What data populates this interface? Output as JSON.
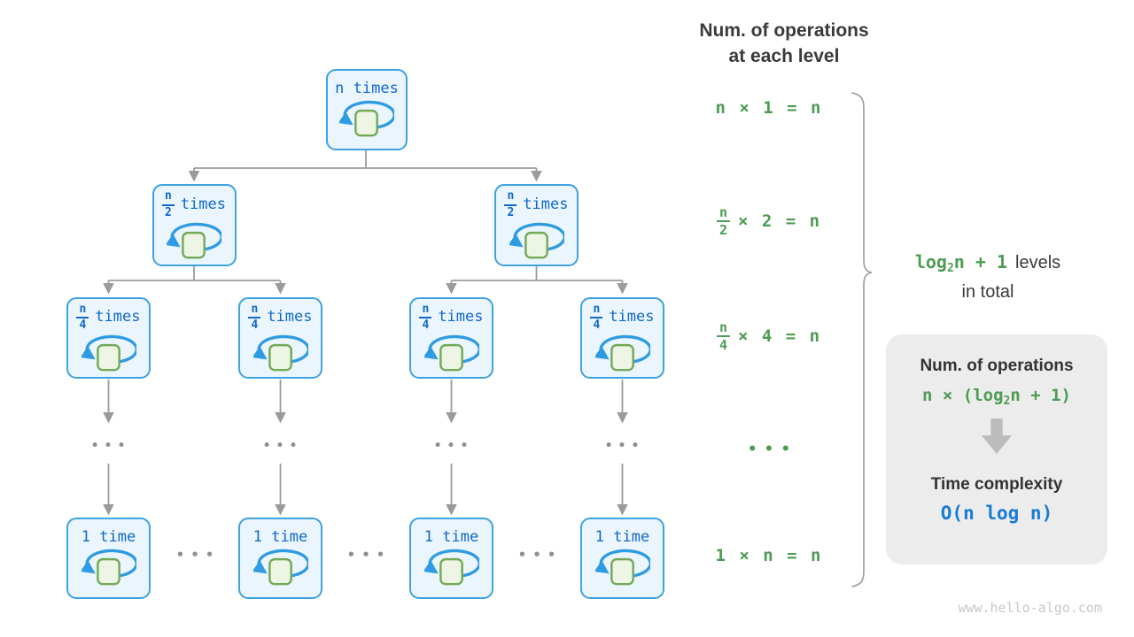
{
  "header": {
    "line1": "Num. of operations",
    "line2": "at each level"
  },
  "tree": {
    "root": {
      "label": "n times"
    },
    "level2": {
      "num": "n",
      "den": "2",
      "word": "times"
    },
    "level3": {
      "num": "n",
      "den": "4",
      "word": "times"
    },
    "leaf": {
      "label": "1 time"
    },
    "dots": "•••",
    "gap_dots": "•••"
  },
  "annotations": {
    "row1": "n × 1 = n",
    "row2": {
      "num": "n",
      "den": "2",
      "rest": "× 2 = n"
    },
    "row3": {
      "num": "n",
      "den": "4",
      "rest": "× 4 = n"
    },
    "dots": "•••",
    "row4": "1 × n = n"
  },
  "brace_label": {
    "log": "log",
    "sub": "2",
    "rest": "n + 1",
    "suffix": "levels",
    "line2": "in total"
  },
  "panel": {
    "title1": "Num. of operations",
    "formula": {
      "pre": "n × (log",
      "sub": "2",
      "post": "n + 1)"
    },
    "title2": "Time complexity",
    "complexity": "O(n log n)"
  },
  "watermark": "www.hello-algo.com",
  "colors": {
    "node_border": "#3fa2e2",
    "node_fill": "#eaf5fd",
    "node_text": "#1168c7",
    "loop_arrow": "#2f9be2",
    "square_fill": "#edf6e5",
    "square_border": "#74a957",
    "connector_gray": "#9b9b9b",
    "green_text": "#4d9c52",
    "dark_text": "#3a3a3a",
    "complexity_blue": "#187bd4",
    "panel_bg": "#ececec",
    "watermark_gray": "#c9c9c9"
  }
}
